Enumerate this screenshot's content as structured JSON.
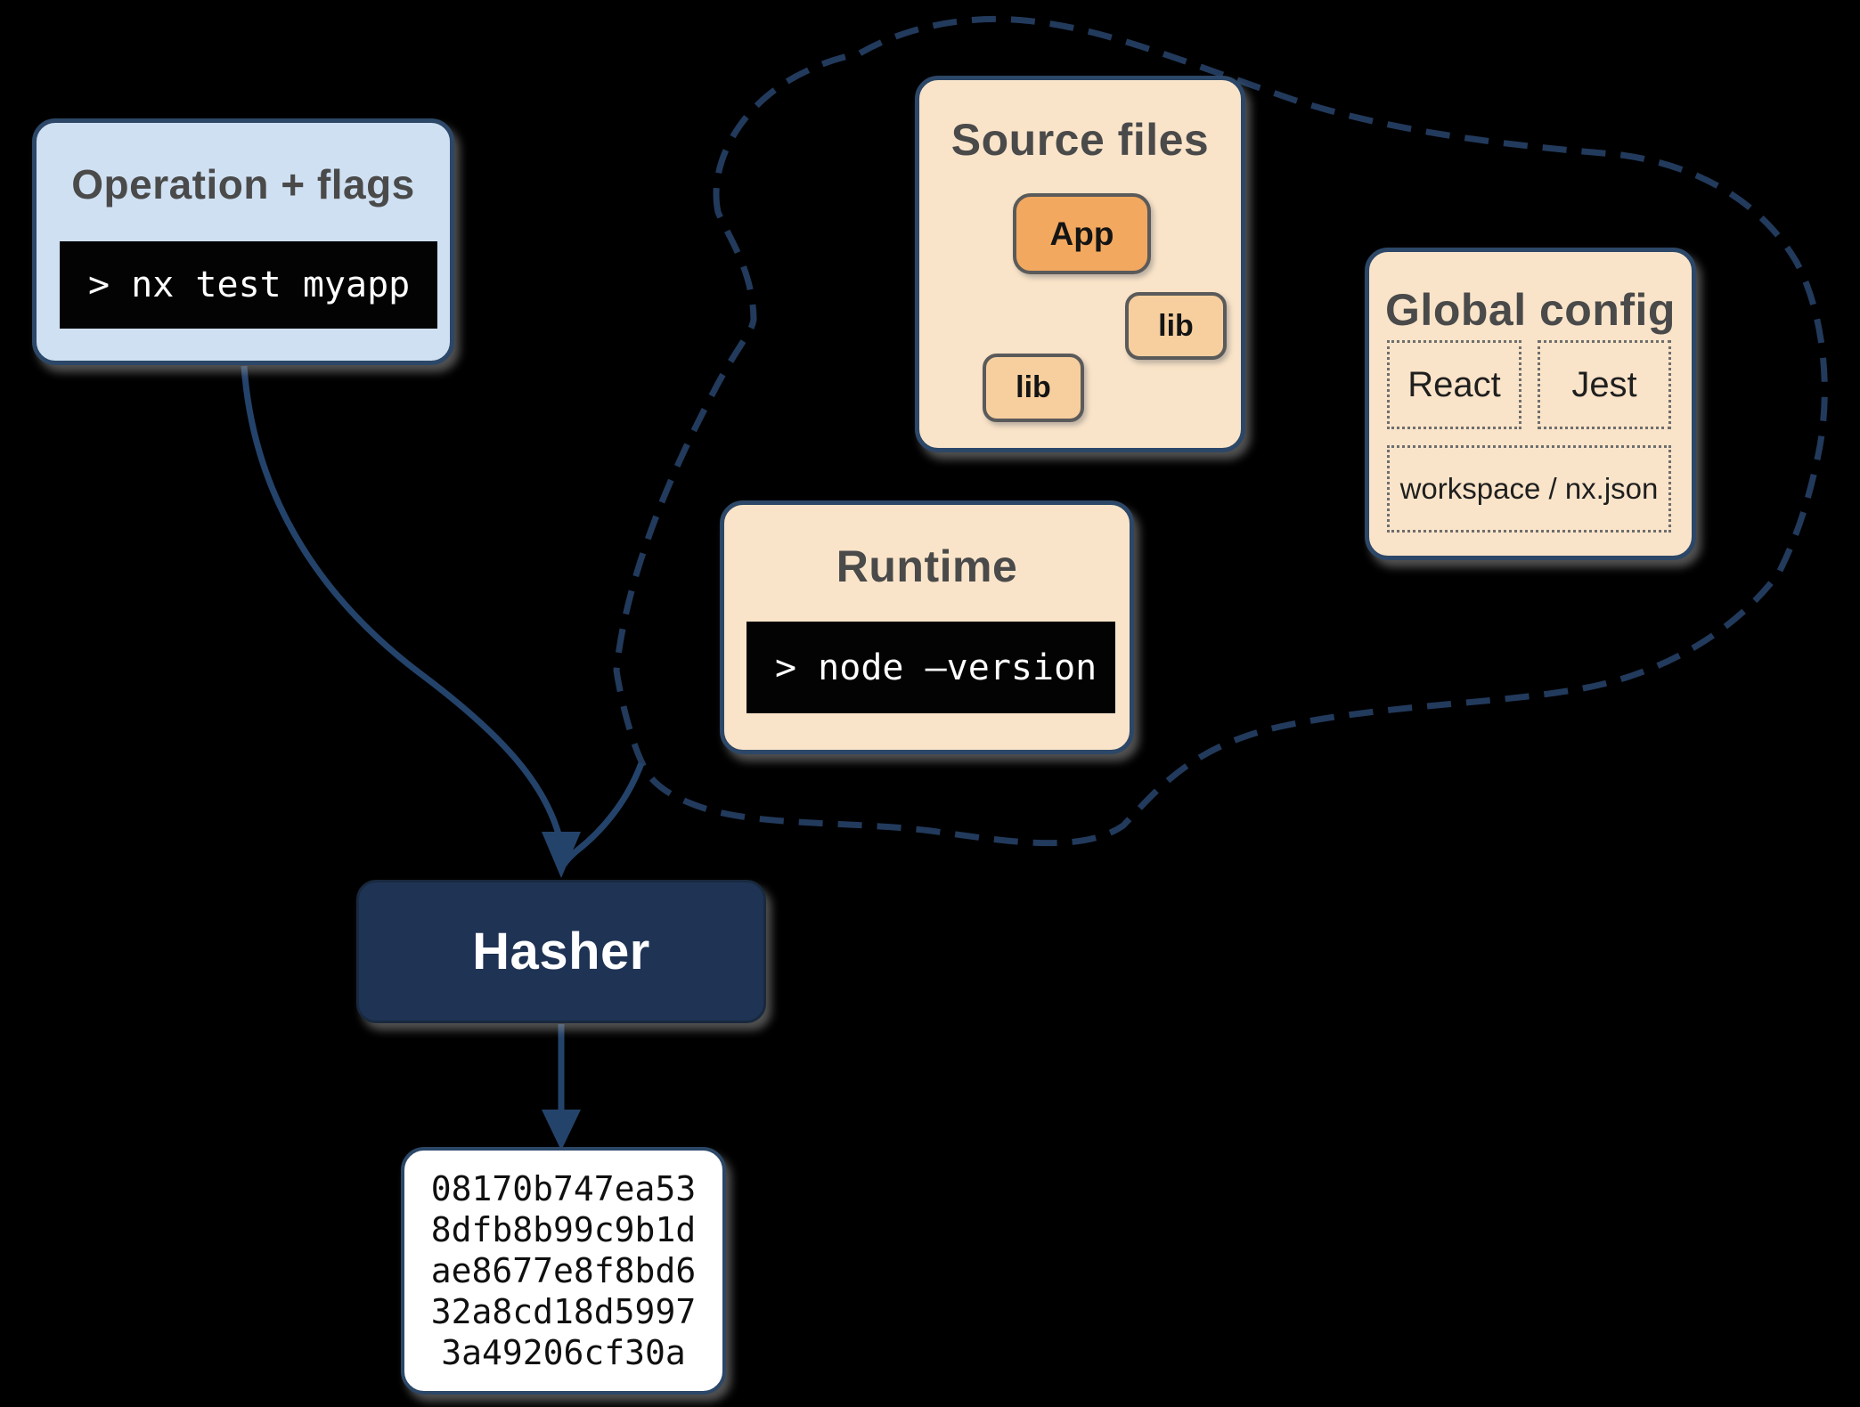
{
  "diagram": {
    "operation": {
      "title": "Operation + flags",
      "command": "> nx test myapp"
    },
    "source_files": {
      "title": "Source files",
      "app_label": "App",
      "lib_right_label": "lib",
      "lib_left_label": "lib"
    },
    "global_config": {
      "title": "Global config",
      "react_label": "React",
      "jest_label": "Jest",
      "workspace_label": "workspace / nx.json"
    },
    "runtime": {
      "title": "Runtime",
      "command": "> node –version"
    },
    "hasher": {
      "label": "Hasher"
    },
    "hash_output": {
      "lines": [
        "08170b747ea53",
        "8dfb8b99c9b1d",
        "ae8677e8f8bd6",
        "32a8cd18d5997",
        "3a49206cf30a"
      ]
    }
  },
  "colors": {
    "background": "#000000",
    "blue_fill": "#cfe0f2",
    "peach_fill": "#fae4c9",
    "orange_fill": "#f2a85f",
    "light_orange_fill": "#f7cf9e",
    "navy_fill": "#1f3354",
    "panel_border_navy": "#2c4767",
    "dashed_cloud_stroke": "#223a5c",
    "connector_stroke": "#24436b",
    "node_border_gray": "#5a5a5a",
    "dotted_border_gray": "#6e6e6e",
    "title_text": "#4a4a4a",
    "terminal_bg": "#030303",
    "terminal_text": "#ffffff",
    "hash_text": "#101010"
  }
}
